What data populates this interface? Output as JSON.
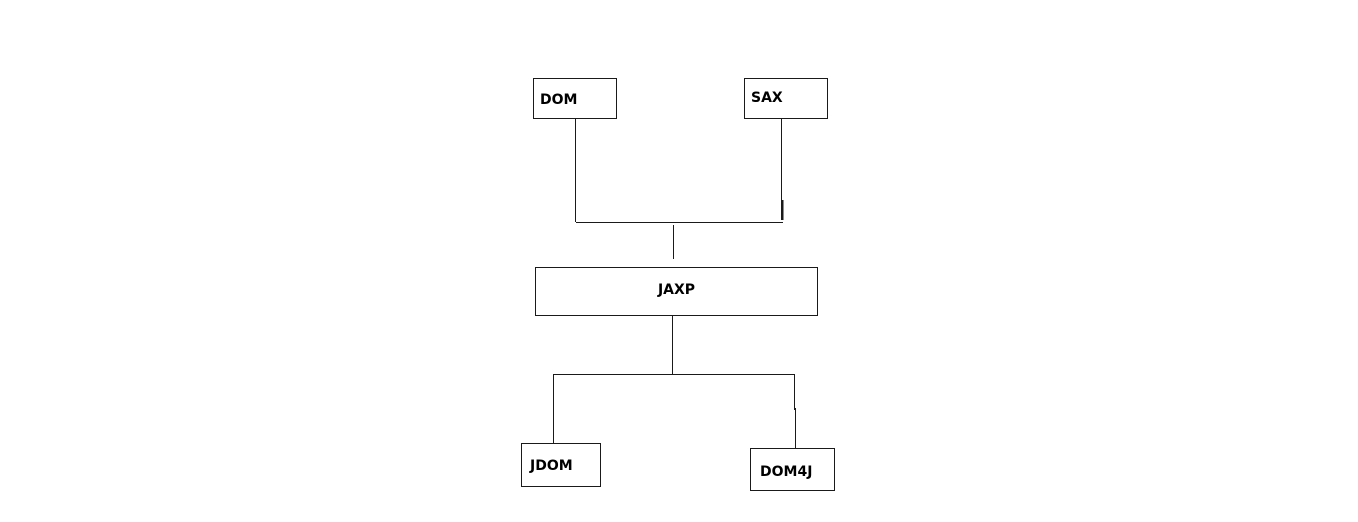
{
  "diagram": {
    "nodes": {
      "dom": "DOM",
      "sax": "SAX",
      "jaxp": "JAXP",
      "jdom": "JDOM",
      "dom4j": "DOM4J"
    },
    "edges": [
      [
        "dom",
        "jaxp"
      ],
      [
        "sax",
        "jaxp"
      ],
      [
        "jaxp",
        "jdom"
      ],
      [
        "jaxp",
        "dom4j"
      ]
    ],
    "colors": {
      "line": "#1a1a1a",
      "background": "#ffffff",
      "text": "#000000"
    }
  }
}
